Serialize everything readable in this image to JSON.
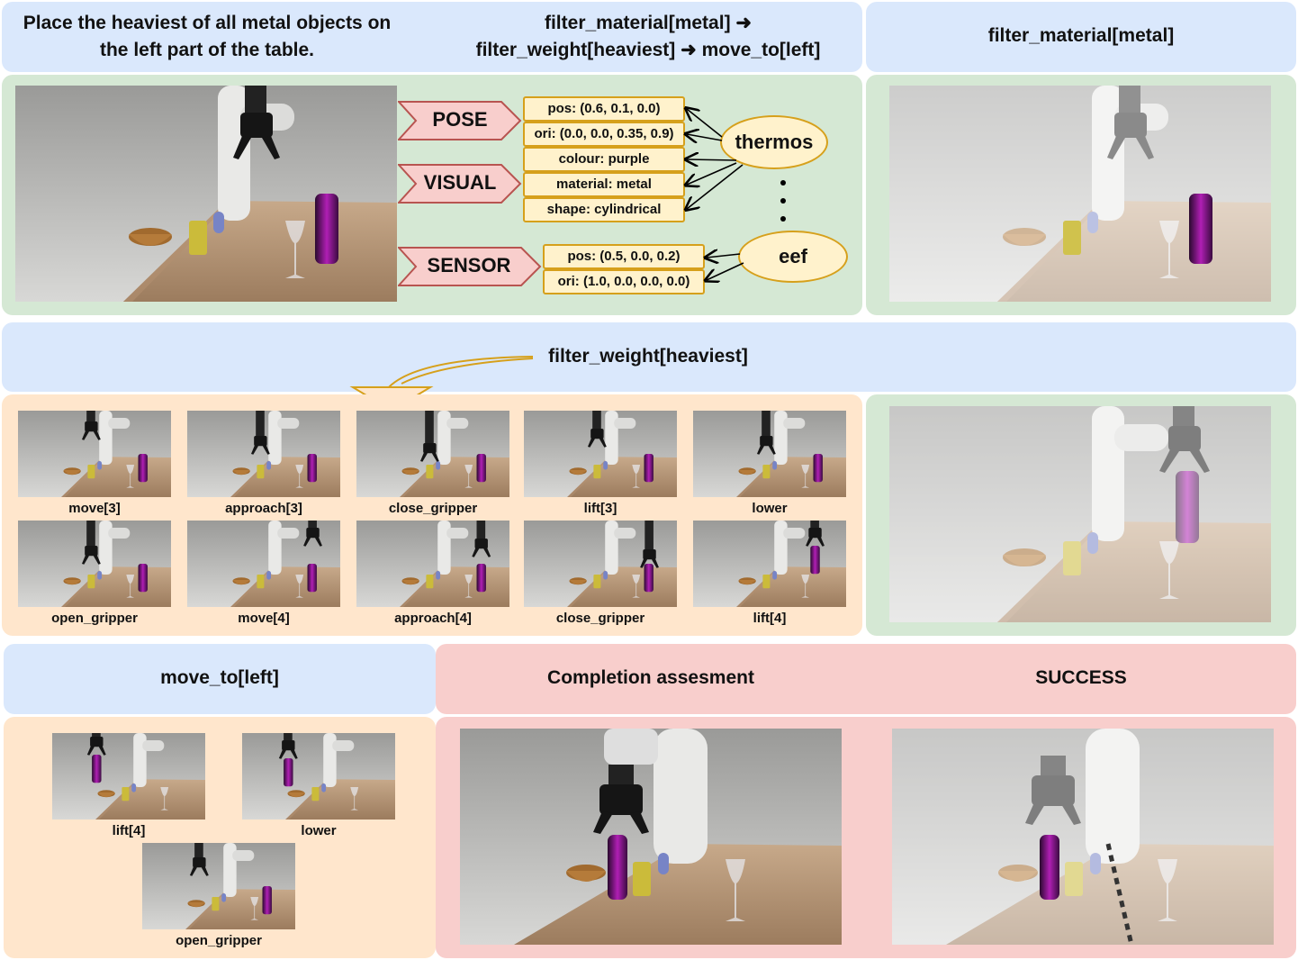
{
  "headers": {
    "instruction": "Place the heaviest of all metal objects on the left part of the table.",
    "program_line1": "filter_material[metal] ➜",
    "program_line2": "filter_weight[heaviest] ➜ move_to[left]",
    "step1": "filter_material[metal]",
    "step2": "filter_weight[heaviest]",
    "step3": "move_to[left]",
    "completion": "Completion assesment",
    "result": "SUCCESS"
  },
  "scene_graph": {
    "tags": [
      "POSE",
      "VISUAL",
      "SENSOR"
    ],
    "thermos_attributes": [
      "pos: (0.6, 0.1, 0.0)",
      "ori: (0.0, 0.0, 0.35, 0.9)",
      "colour: purple",
      "material: metal",
      "shape: cylindrical"
    ],
    "eef_attributes": [
      "pos: (0.5, 0.0, 0.2)",
      "ori: (1.0, 0.0, 0.0, 0.0)"
    ],
    "objects": [
      "thermos",
      "eef"
    ]
  },
  "heaviest_steps": [
    "move[3]",
    "approach[3]",
    "close_gripper",
    "lift[3]",
    "lower",
    "open_gripper",
    "move[4]",
    "approach[4]",
    "close_gripper",
    "lift[4]"
  ],
  "move_steps": [
    "lift[4]",
    "lower",
    "open_gripper"
  ],
  "colors": {
    "blue_panel": "#dae8fc",
    "green_panel": "#d5e8d4",
    "orange_panel": "#ffe6cc",
    "pink_panel": "#f8cecc",
    "tag_fill": "#f8cecc",
    "tag_stroke": "#b85450",
    "node_fill": "#fff2cc",
    "node_stroke": "#d6a01b"
  }
}
